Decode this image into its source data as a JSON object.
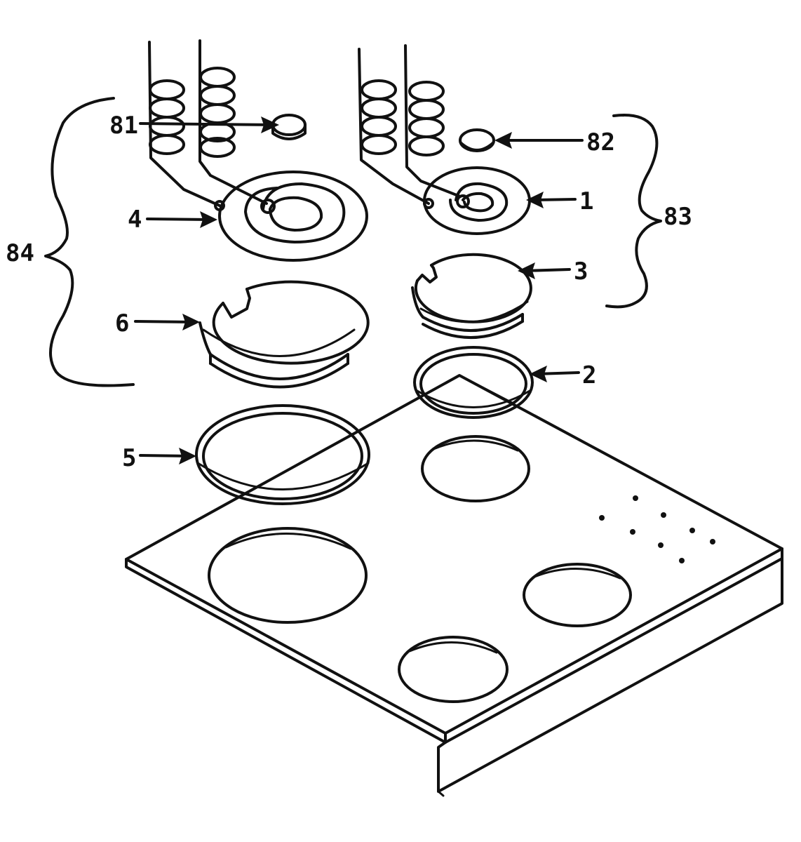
{
  "diagram": {
    "callouts": [
      {
        "id": "81",
        "text": "81"
      },
      {
        "id": "82",
        "text": "82"
      },
      {
        "id": "1",
        "text": "1"
      },
      {
        "id": "83",
        "text": "83"
      },
      {
        "id": "4",
        "text": "4"
      },
      {
        "id": "84",
        "text": "84"
      },
      {
        "id": "3",
        "text": "3"
      },
      {
        "id": "6",
        "text": "6"
      },
      {
        "id": "2",
        "text": "2"
      },
      {
        "id": "5",
        "text": "5"
      }
    ],
    "parts": {
      "81": "knob-cap-left",
      "82": "knob-cap-right",
      "1": "small-coil-element",
      "4": "large-coil-element",
      "3": "small-drip-bowl",
      "6": "large-drip-bowl",
      "2": "small-trim-ring",
      "5": "large-trim-ring",
      "83": "small-element-assembly-bracket",
      "84": "large-element-assembly-bracket"
    }
  }
}
